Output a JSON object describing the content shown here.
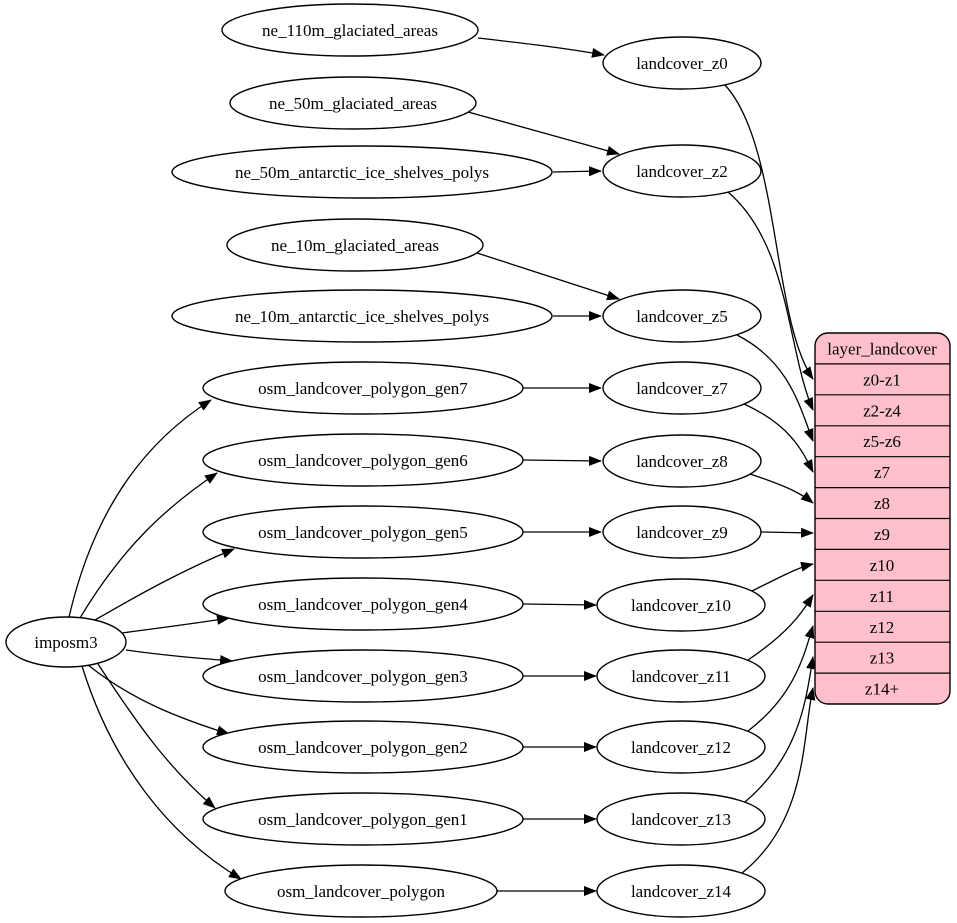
{
  "diagram": {
    "type": "digraph",
    "background": "#ffffff",
    "node_fill": "#ffffff",
    "node_stroke": "#000000",
    "edge_color": "#000000"
  },
  "nodes": {
    "imposm3": {
      "label": "imposm3"
    },
    "ne_110m_glaciated_areas": {
      "label": "ne_110m_glaciated_areas"
    },
    "ne_50m_glaciated_areas": {
      "label": "ne_50m_glaciated_areas"
    },
    "ne_50m_antarctic_ice_shelves_polys": {
      "label": "ne_50m_antarctic_ice_shelves_polys"
    },
    "ne_10m_glaciated_areas": {
      "label": "ne_10m_glaciated_areas"
    },
    "ne_10m_antarctic_ice_shelves_polys": {
      "label": "ne_10m_antarctic_ice_shelves_polys"
    },
    "osm_landcover_polygon_gen7": {
      "label": "osm_landcover_polygon_gen7"
    },
    "osm_landcover_polygon_gen6": {
      "label": "osm_landcover_polygon_gen6"
    },
    "osm_landcover_polygon_gen5": {
      "label": "osm_landcover_polygon_gen5"
    },
    "osm_landcover_polygon_gen4": {
      "label": "osm_landcover_polygon_gen4"
    },
    "osm_landcover_polygon_gen3": {
      "label": "osm_landcover_polygon_gen3"
    },
    "osm_landcover_polygon_gen2": {
      "label": "osm_landcover_polygon_gen2"
    },
    "osm_landcover_polygon_gen1": {
      "label": "osm_landcover_polygon_gen1"
    },
    "osm_landcover_polygon": {
      "label": "osm_landcover_polygon"
    },
    "landcover_z0": {
      "label": "landcover_z0"
    },
    "landcover_z2": {
      "label": "landcover_z2"
    },
    "landcover_z5": {
      "label": "landcover_z5"
    },
    "landcover_z7": {
      "label": "landcover_z7"
    },
    "landcover_z8": {
      "label": "landcover_z8"
    },
    "landcover_z9": {
      "label": "landcover_z9"
    },
    "landcover_z10": {
      "label": "landcover_z10"
    },
    "landcover_z11": {
      "label": "landcover_z11"
    },
    "landcover_z12": {
      "label": "landcover_z12"
    },
    "landcover_z13": {
      "label": "landcover_z13"
    },
    "landcover_z14": {
      "label": "landcover_z14"
    }
  },
  "table": {
    "title": "layer_landcover",
    "fill": "#ffc0cb",
    "rows": [
      "z0-z1",
      "z2-z4",
      "z5-z6",
      "z7",
      "z8",
      "z9",
      "z10",
      "z11",
      "z12",
      "z13",
      "z14+"
    ]
  },
  "edges": [
    {
      "from": "ne_110m_glaciated_areas",
      "to": "landcover_z0"
    },
    {
      "from": "ne_50m_glaciated_areas",
      "to": "landcover_z2"
    },
    {
      "from": "ne_50m_antarctic_ice_shelves_polys",
      "to": "landcover_z2"
    },
    {
      "from": "ne_10m_glaciated_areas",
      "to": "landcover_z5"
    },
    {
      "from": "ne_10m_antarctic_ice_shelves_polys",
      "to": "landcover_z5"
    },
    {
      "from": "imposm3",
      "to": "osm_landcover_polygon_gen7"
    },
    {
      "from": "imposm3",
      "to": "osm_landcover_polygon_gen6"
    },
    {
      "from": "imposm3",
      "to": "osm_landcover_polygon_gen5"
    },
    {
      "from": "imposm3",
      "to": "osm_landcover_polygon_gen4"
    },
    {
      "from": "imposm3",
      "to": "osm_landcover_polygon_gen3"
    },
    {
      "from": "imposm3",
      "to": "osm_landcover_polygon_gen2"
    },
    {
      "from": "imposm3",
      "to": "osm_landcover_polygon_gen1"
    },
    {
      "from": "imposm3",
      "to": "osm_landcover_polygon"
    },
    {
      "from": "osm_landcover_polygon_gen7",
      "to": "landcover_z7"
    },
    {
      "from": "osm_landcover_polygon_gen6",
      "to": "landcover_z8"
    },
    {
      "from": "osm_landcover_polygon_gen5",
      "to": "landcover_z9"
    },
    {
      "from": "osm_landcover_polygon_gen4",
      "to": "landcover_z10"
    },
    {
      "from": "osm_landcover_polygon_gen3",
      "to": "landcover_z11"
    },
    {
      "from": "osm_landcover_polygon_gen2",
      "to": "landcover_z12"
    },
    {
      "from": "osm_landcover_polygon_gen1",
      "to": "landcover_z13"
    },
    {
      "from": "osm_landcover_polygon",
      "to": "landcover_z14"
    },
    {
      "from": "landcover_z0",
      "to": "layer_landcover.z0-z1"
    },
    {
      "from": "landcover_z2",
      "to": "layer_landcover.z2-z4"
    },
    {
      "from": "landcover_z5",
      "to": "layer_landcover.z5-z6"
    },
    {
      "from": "landcover_z7",
      "to": "layer_landcover.z7"
    },
    {
      "from": "landcover_z8",
      "to": "layer_landcover.z8"
    },
    {
      "from": "landcover_z9",
      "to": "layer_landcover.z9"
    },
    {
      "from": "landcover_z10",
      "to": "layer_landcover.z10"
    },
    {
      "from": "landcover_z11",
      "to": "layer_landcover.z11"
    },
    {
      "from": "landcover_z12",
      "to": "layer_landcover.z12"
    },
    {
      "from": "landcover_z13",
      "to": "layer_landcover.z13"
    },
    {
      "from": "landcover_z14",
      "to": "layer_landcover.z14+"
    }
  ]
}
